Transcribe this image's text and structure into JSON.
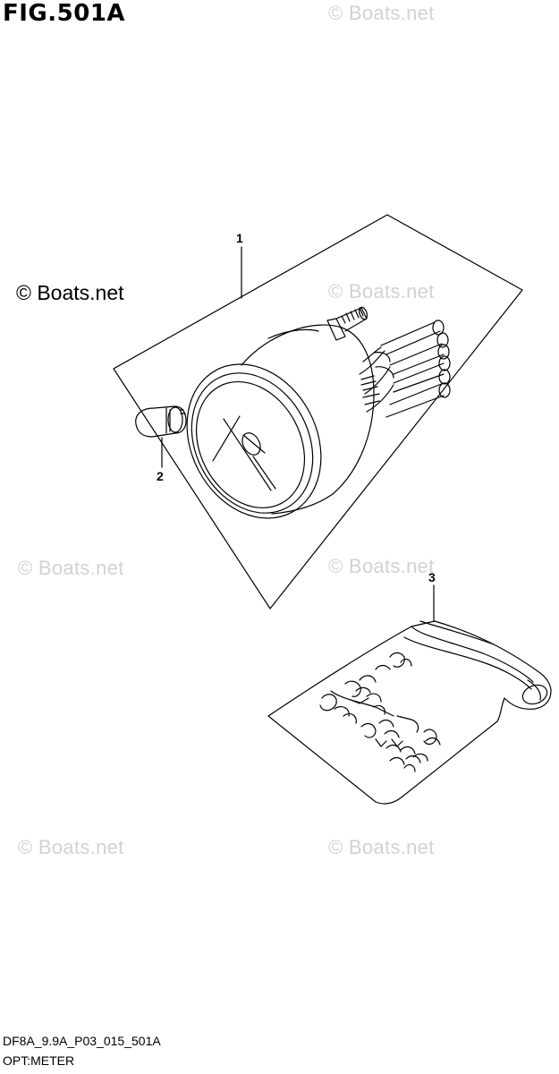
{
  "figure": {
    "title": "FIG.501A"
  },
  "watermarks": {
    "light_text": "© Boats.net",
    "dark_text": "© Boats.net"
  },
  "callouts": [
    {
      "number": "1",
      "part": "meter assembly"
    },
    {
      "number": "2",
      "part": "bulb"
    },
    {
      "number": "3",
      "part": "hardware bag"
    }
  ],
  "footer": {
    "code": "DF8A_9.9A_P03_015_501A",
    "caption": "OPT:METER"
  }
}
